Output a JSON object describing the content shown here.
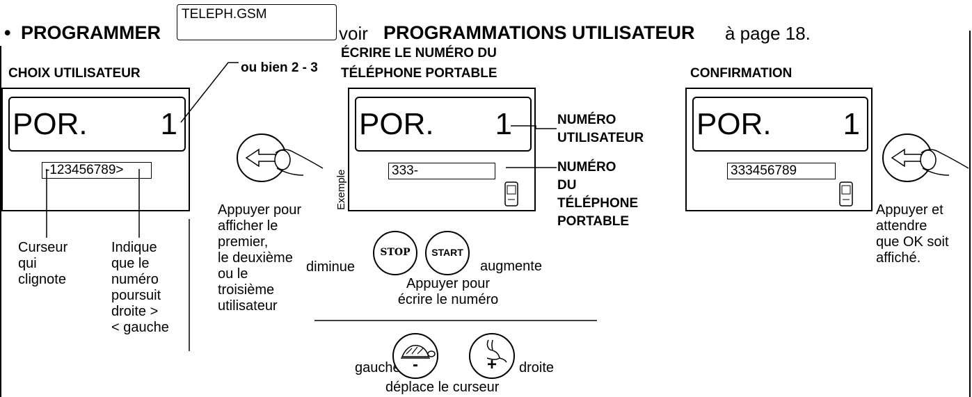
{
  "header": {
    "bullet": "•",
    "programmer": "PROGRAMMER",
    "menu_box": "TELEPH.GSM",
    "voir": "voir",
    "section": "PROGRAMMATIONS UTILISATEUR",
    "page_ref": "à page 18."
  },
  "panel1": {
    "title": "CHOIX UTILISATEUR",
    "callout": "ou bien 2 - 3",
    "lcd_left": "POR.",
    "lcd_right": "1",
    "selector": "-123456789>",
    "note_cursor": [
      "Curseur",
      "qui",
      "clignote"
    ],
    "note_indicator": [
      "Indique",
      "que le",
      "numéro",
      "poursuit",
      "droite >",
      "< gauche"
    ]
  },
  "left_button": {
    "icon": "arrow-left-icon",
    "note": [
      "Appuyer pour",
      "afficher le",
      "premier,",
      "le deuxième",
      "ou le",
      "troisième",
      "utilisateur"
    ]
  },
  "panel2": {
    "title_line1": "ÉCRIRE LE NUMÉRO DU",
    "title_line2": "TÉLÉPHONE PORTABLE",
    "lcd_left": "POR.",
    "lcd_right": "1",
    "field": "333-",
    "side_label": "Exemple",
    "label_user": [
      "NUMÉRO",
      "UTILISATEUR"
    ],
    "label_phone": [
      "NUMÉRO",
      "DU",
      "TÉLÉPHONE",
      "PORTABLE"
    ]
  },
  "keys": {
    "stop": "STOP",
    "start": "START",
    "diminue": "diminue",
    "augmente": "augmente",
    "write_note": [
      "Appuyer pour",
      "écrire le numéro"
    ],
    "gauche": "gauche",
    "droite": "droite",
    "cursor_note": "déplace le curseur",
    "minus": "-",
    "plus": "+"
  },
  "panel3": {
    "title": "CONFIRMATION",
    "lcd_left": "POR.",
    "lcd_right": "1",
    "field": "333456789",
    "note": [
      "Appuyer et",
      "attendre",
      "que OK soit",
      "affiché."
    ]
  }
}
